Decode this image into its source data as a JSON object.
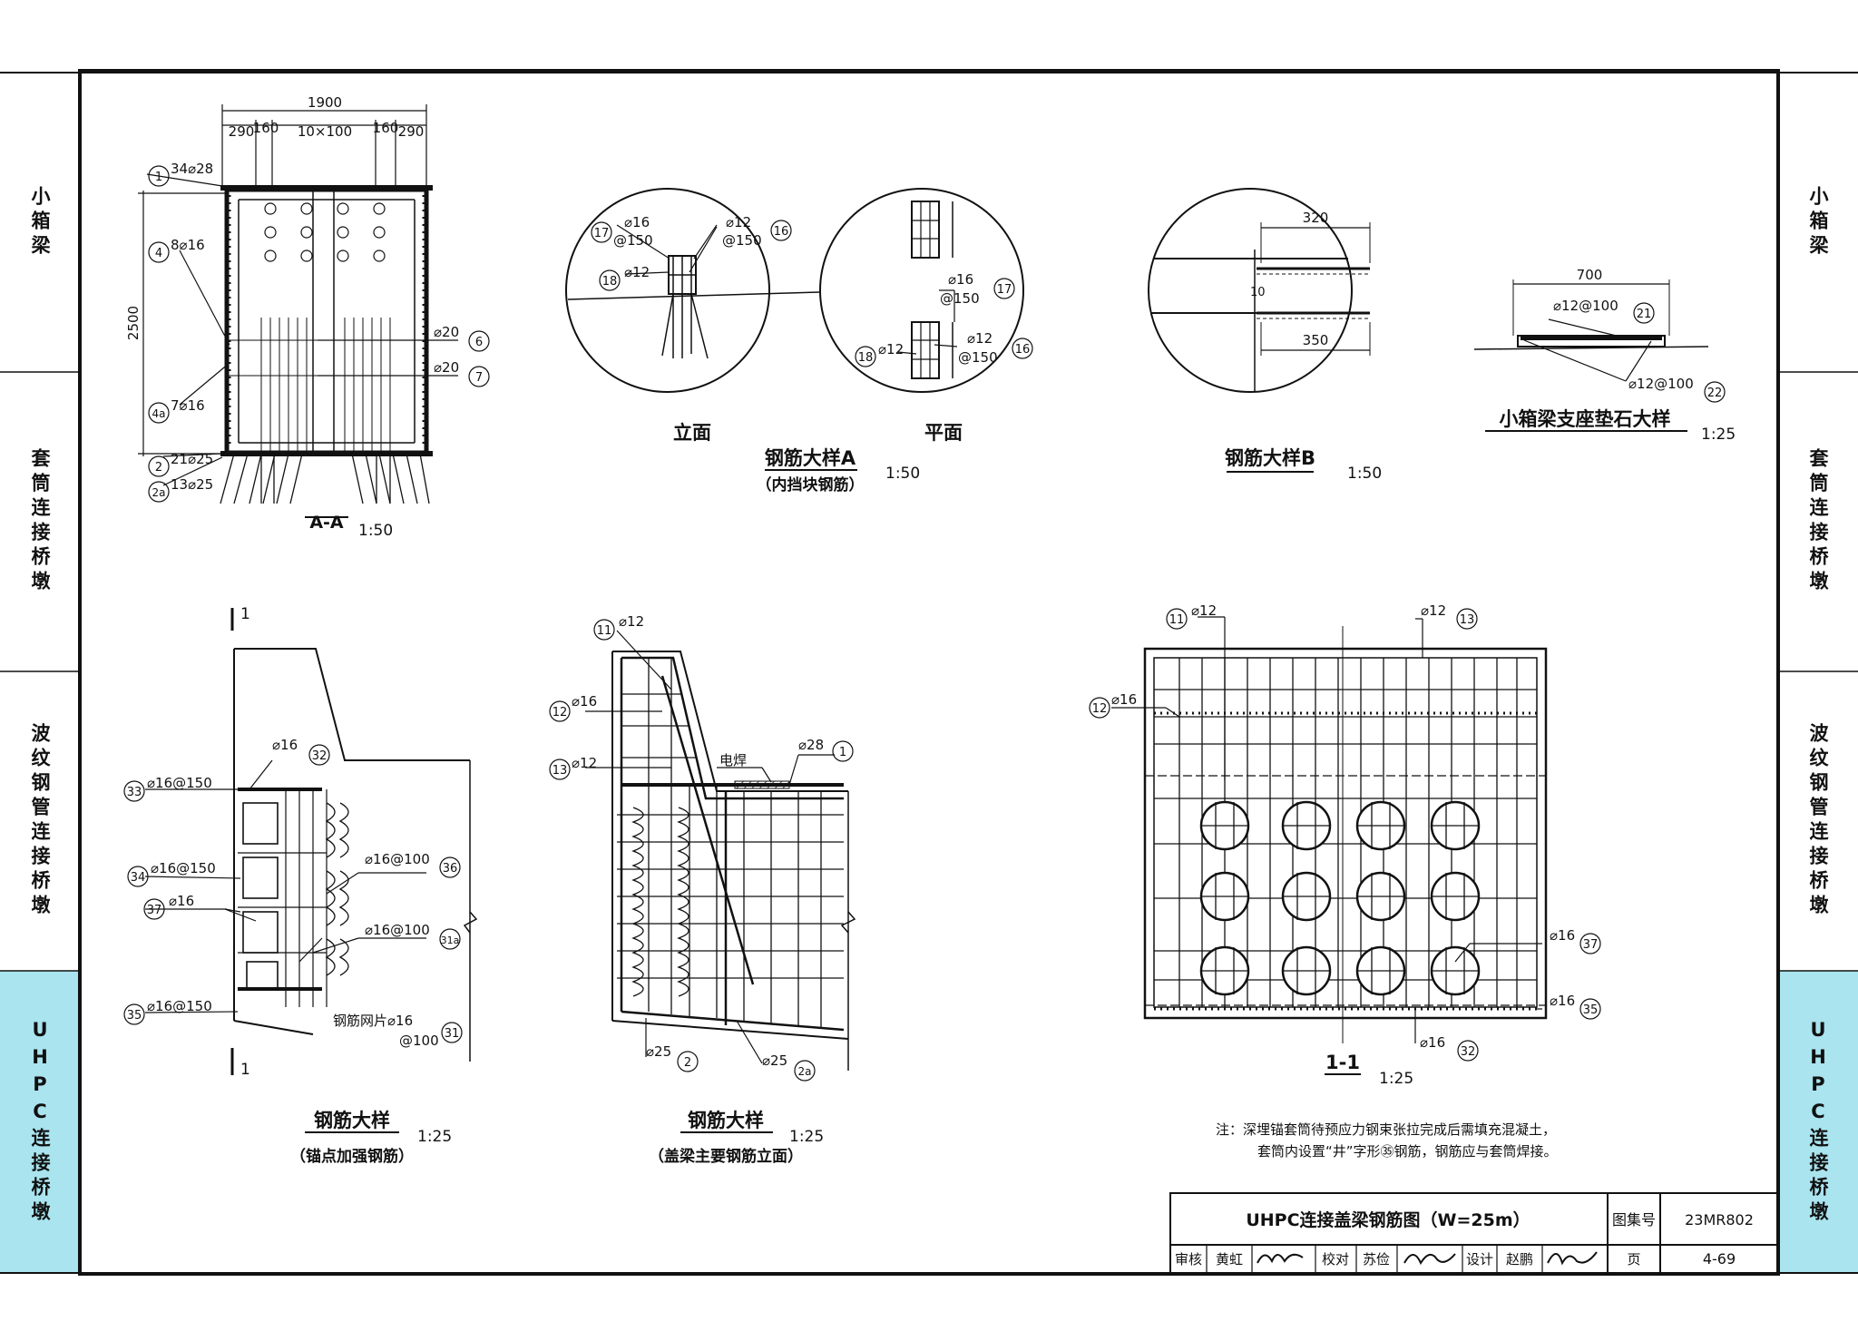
{
  "side_tabs": [
    "小箱梁",
    "套筒连接桥墩",
    "波纹钢管连接桥墩",
    "UHPC连接桥墩"
  ],
  "titles": {
    "aa": "A-A",
    "aa_scale": "1:50",
    "detail_a": "钢筋大样A",
    "detail_a_sub": "（内挡块钢筋）",
    "detail_a_scale": "1:50",
    "elev": "立面",
    "plan": "平面",
    "detail_b": "钢筋大样B",
    "detail_b_scale": "1:50",
    "pad": "小箱梁支座垫石大样",
    "pad_scale": "1:25",
    "anchor": "钢筋大样",
    "anchor_sub": "（锚点加强钢筋）",
    "anchor_scale": "1:25",
    "cap": "钢筋大样",
    "cap_sub": "（盖梁主要钢筋立面）",
    "cap_scale": "1:25",
    "s11": "1-1",
    "s11_scale": "1:25"
  },
  "aa_labels": {
    "w_total": "1900",
    "d290a": "290",
    "d160a": "160",
    "d10x100": "10×100",
    "d160b": "160",
    "d290b": "290",
    "h2500": "2500",
    "r1": "34⌀28",
    "r4": "8⌀16",
    "r4a": "7⌀16",
    "r2": "21⌀25",
    "r2a": "13⌀25",
    "r6": "⌀20",
    "r7": "⌀20",
    "n1": "1",
    "n4": "4",
    "n4a": "4a",
    "n2": "2",
    "n2a": "2a",
    "n6": "6",
    "n7": "7"
  },
  "da_labels": {
    "a17": "⌀16",
    "a17b": "@150",
    "a16": "⌀12",
    "a16b": "@150",
    "a18": "⌀12",
    "n17": "17",
    "n16": "16",
    "n18": "18",
    "p17": "⌀16",
    "p17b": "@150",
    "p16": "⌀12",
    "p16b": "@150",
    "p18": "⌀12"
  },
  "db_labels": {
    "d320": "320",
    "d350": "350",
    "d10": "10"
  },
  "pad_labels": {
    "d700": "700",
    "r21": "⌀12@100",
    "n21": "21",
    "r22": "⌀12@100",
    "n22": "22"
  },
  "anchor_labels": {
    "sec": "1",
    "r32": "⌀16",
    "n32": "32",
    "r33": "⌀16@150",
    "n33": "33",
    "r34": "⌀16@150",
    "n34": "34",
    "r37": "⌀16",
    "n37": "37",
    "r36": "⌀16@100",
    "n36": "36",
    "r31a": "⌀16@100",
    "n31a": "31a",
    "r35": "⌀16@150",
    "n35": "35",
    "r31": "钢筋网片⌀16",
    "r31b": "@100",
    "n31": "31"
  },
  "cap_labels": {
    "r11": "⌀12",
    "n11": "11",
    "r12": "⌀16",
    "n12": "12",
    "r13": "⌀12",
    "n13": "13",
    "weld": "电焊",
    "r1": "⌀28",
    "n1": "1",
    "r2": "⌀25",
    "n2": "2",
    "r2a": "⌀25",
    "n2a": "2a"
  },
  "s11_labels": {
    "r11": "⌀12",
    "n11": "11",
    "r13": "⌀12",
    "n13": "13",
    "r12": "⌀16",
    "n12": "12",
    "r37": "⌀16",
    "n37": "37",
    "r35": "⌀16",
    "n35": "35",
    "r32": "⌀16",
    "n32": "32"
  },
  "note": {
    "line1": "注：深埋锚套筒待预应力钢束张拉完成后需填充混凝土，",
    "line2": "套筒内设置“井”字形㉟钢筋，钢筋应与套筒焊接。"
  },
  "title_block": {
    "title": "UHPC连接盖梁钢筋图（W=25m）",
    "atlas_label": "图集号",
    "atlas_no": "23MR802",
    "review": "审核",
    "reviewer": "黄虹",
    "check": "校对",
    "checker": "苏俭",
    "design": "设计",
    "designer": "赵鹏",
    "page_label": "页",
    "page_no": "4-69"
  }
}
